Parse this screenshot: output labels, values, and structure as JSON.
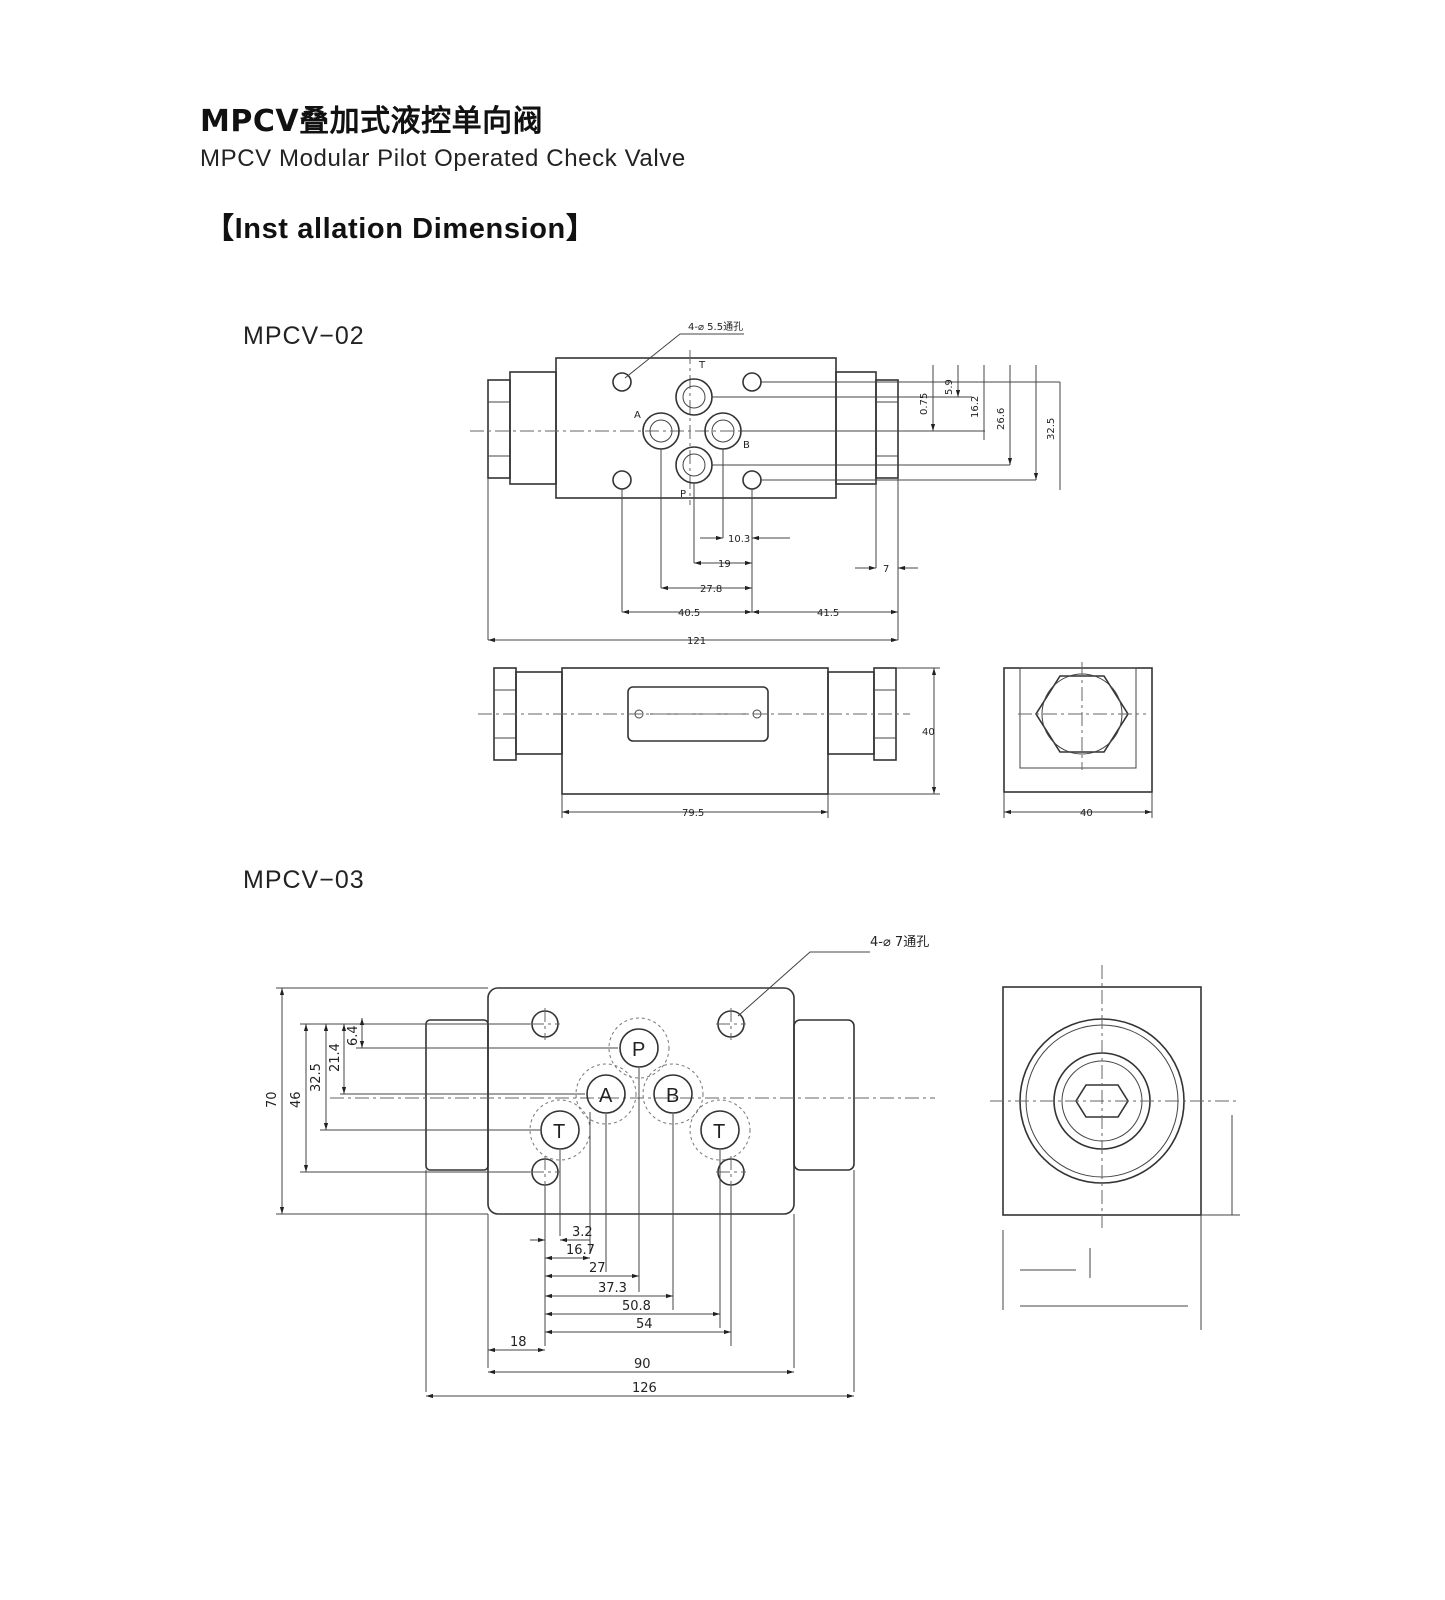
{
  "header": {
    "title_cn": "MPCV叠加式液控单向阀",
    "title_en": "MPCV Modular Pilot Operated Check Valve",
    "section": "【Inst allation Dimension】"
  },
  "mpcv02": {
    "model": "MPCV−02",
    "hole_note": "4-⌀ 5.5通孔",
    "ports": [
      "T",
      "A",
      "B",
      "P"
    ],
    "dims": {
      "d075": "0.75",
      "d59": "5.9",
      "d162": "16.2",
      "d266": "26.6",
      "d325": "32.5",
      "d103": "10.3",
      "d19": "19",
      "d278": "27.8",
      "d405": "40.5",
      "d415": "41.5",
      "d121": "121",
      "d7": "7",
      "d40h": "40",
      "d795": "79.5",
      "d40w": "40"
    }
  },
  "mpcv03": {
    "model": "MPCV−03",
    "hole_note": "4-⌀  7通孔",
    "ports": [
      "P",
      "A",
      "B",
      "T",
      "T"
    ],
    "dims": {
      "d70": "70",
      "d46": "46",
      "d325": "32.5",
      "d214": "21.4",
      "d64": "6.4",
      "d32": "3.2",
      "d167": "16.7",
      "d27": "27",
      "d373": "37.3",
      "d508": "50.8",
      "d54": "54",
      "d18": "18",
      "d90": "90",
      "d126": "126"
    }
  }
}
